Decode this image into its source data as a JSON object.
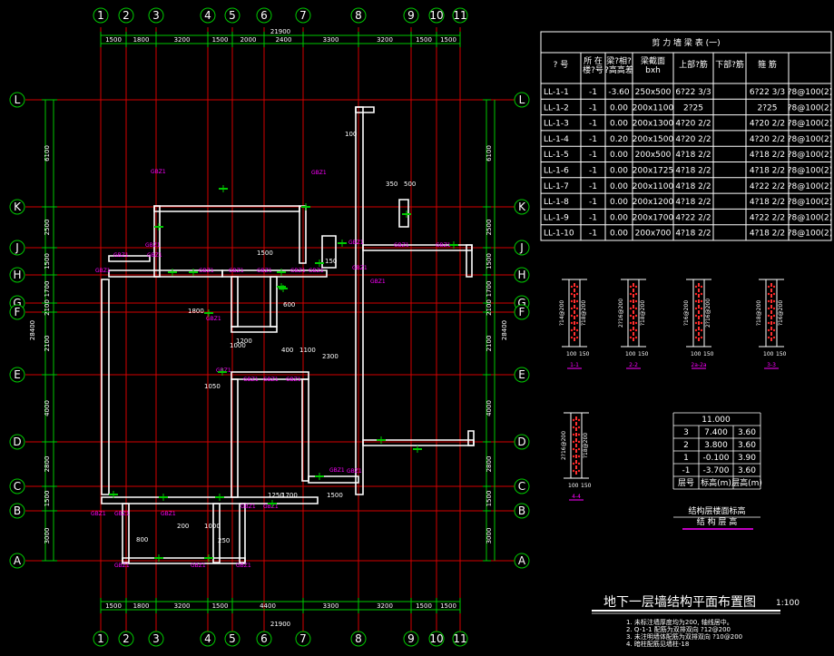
{
  "plan": {
    "columns": [
      "1",
      "2",
      "3",
      "4",
      "5",
      "6",
      "7",
      "8",
      "9",
      "10",
      "11"
    ],
    "rows": [
      "L",
      "K",
      "J",
      "H",
      "G",
      "F",
      "E",
      "D",
      "C",
      "B",
      "A"
    ],
    "top_dims": [
      "1500",
      "1800",
      "3200",
      "1500",
      "2000",
      "2400",
      "3300",
      "3200",
      "1500",
      "1500"
    ],
    "top_total": "21900",
    "bottom_dims": [
      "1500",
      "1800",
      "3200",
      "1500",
      "4400",
      "3300",
      "3200",
      "1500",
      "1500"
    ],
    "bottom_total": "21900",
    "left_dims": [
      "6100",
      "2500",
      "1500",
      "1700",
      "2100",
      "2100",
      "4000",
      "2800",
      "1500",
      "3000"
    ],
    "left_total": "28400",
    "right_dims": [
      "6100",
      "2500",
      "1500",
      "1700",
      "2100",
      "2100",
      "4000",
      "2800",
      "1500",
      "3000"
    ],
    "right_total": "28400",
    "annotations": [
      "1500",
      "1000",
      "200",
      "1200",
      "400",
      "800",
      "1000",
      "1800",
      "1700",
      "1250",
      "250",
      "150",
      "100",
      "1050",
      "2300",
      "350",
      "500",
      "600",
      "1100"
    ]
  },
  "beam_table": {
    "title": "剪 力 墙 梁 表 (一)",
    "headers": [
      "? 号",
      "所 在\n楼?号",
      "梁?相?\n?高高差",
      "梁截面\nbxh",
      "上部?筋",
      "下部?筋",
      "箍 筋"
    ],
    "rows": [
      [
        "LL-1-1",
        "-1",
        "-3.60",
        "250x500",
        "6?22 3/3",
        "6?22 3/3",
        "?8@100(2)"
      ],
      [
        "LL-1-2",
        "-1",
        "0.00",
        "200x1100",
        "2?25",
        "2?25",
        "?8@100(2)"
      ],
      [
        "LL-1-3",
        "-1",
        "0.00",
        "200x1300",
        "4?20 2/2",
        "4?20 2/2",
        "?8@100(2)"
      ],
      [
        "LL-1-4",
        "-1",
        "0.20",
        "200x1500",
        "4?20 2/2",
        "4?20 2/2",
        "?8@100(2)"
      ],
      [
        "LL-1-5",
        "-1",
        "0.00",
        "200x500",
        "4?18 2/2",
        "4?18 2/2",
        "?8@100(2)"
      ],
      [
        "LL-1-6",
        "-1",
        "0.00",
        "200x1725",
        "4?18 2/2",
        "4?18 2/2",
        "?8@100(2)"
      ],
      [
        "LL-1-7",
        "-1",
        "0.00",
        "200x1100",
        "4?18 2/2",
        "4?22 2/2",
        "?8@100(2)"
      ],
      [
        "LL-1-8",
        "-1",
        "0.00",
        "200x1200",
        "4?18 2/2",
        "4?18 2/2",
        "?8@100(2)"
      ],
      [
        "LL-1-9",
        "-1",
        "0.00",
        "200x1700",
        "4?22 2/2",
        "4?22 2/2",
        "?8@100(2)"
      ],
      [
        "LL-1-10",
        "-1",
        "0.00",
        "200x700",
        "4?18 2/2",
        "4?18 2/2",
        "?8@100(2)"
      ]
    ]
  },
  "sections": [
    {
      "label": "1-1",
      "texts": [
        "?14@200",
        "?18@200",
        "100",
        "150"
      ]
    },
    {
      "label": "2-2",
      "texts": [
        "2?16@200",
        "?18@200",
        "100",
        "150"
      ]
    },
    {
      "label": "2a-2a",
      "texts": [
        "?16@200",
        "2?16@200",
        "100",
        "150"
      ]
    },
    {
      "label": "3-3",
      "texts": [
        "?18@200",
        "?16@200",
        "100",
        "150"
      ]
    },
    {
      "label": "4-4",
      "texts": [
        "2?16@200",
        "?18@200",
        "100",
        "150"
      ]
    }
  ],
  "level_table": {
    "rows": [
      [
        "",
        "11.000",
        ""
      ],
      [
        "3",
        "7.400",
        "3.60"
      ],
      [
        "2",
        "3.800",
        "3.60"
      ],
      [
        "1",
        "-0.100",
        "3.90"
      ],
      [
        "-1",
        "-3.700",
        "3.60"
      ],
      [
        "层号",
        "标高(m)",
        "层高(m)"
      ]
    ],
    "caption1": "结构层楼面标高",
    "caption2": "结 构 层 高"
  },
  "drawing_title": "地下一层墙结构平面布置图",
  "scale": "1:100",
  "notes": [
    "1. 未标注墙厚度均为200, 轴线居中。",
    "2. Q-1-1 配筋为双排双向 ?12@200",
    "3. 未注明墙体配筋为双排双向 ?10@200",
    "4. 暗柱配筋见墙柱-18"
  ],
  "colors": {
    "grid": "#d40000",
    "dim": "#00c800",
    "wall": "#ffffff",
    "accent": "#ff00ff",
    "bg": "#000000"
  }
}
